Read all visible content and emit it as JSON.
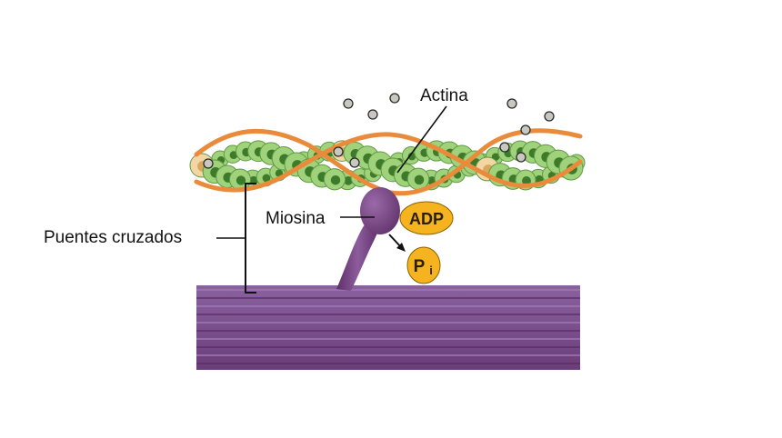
{
  "labels": {
    "actin": "Actina",
    "myosin": "Miosina",
    "cross_bridges": "Puentes cruzados",
    "adp": "ADP",
    "pi_main": "P",
    "pi_sub": "i"
  },
  "colors": {
    "background": "#ffffff",
    "actin_bead": "#9fd27a",
    "actin_bead_dark": "#3d7a2a",
    "actin_bead_pale": "#f3d6a4",
    "tropomyosin": "#e98b3a",
    "myosin_filament": "#7d5290",
    "myosin_stripe_light": "#a07ab8",
    "myosin_stripe_dark": "#5b2e66",
    "myosin_head": "#7a4a86",
    "adp_badge": "#f5b320",
    "phosphate_dot": "#c8c8c0",
    "text": "#111111"
  }
}
